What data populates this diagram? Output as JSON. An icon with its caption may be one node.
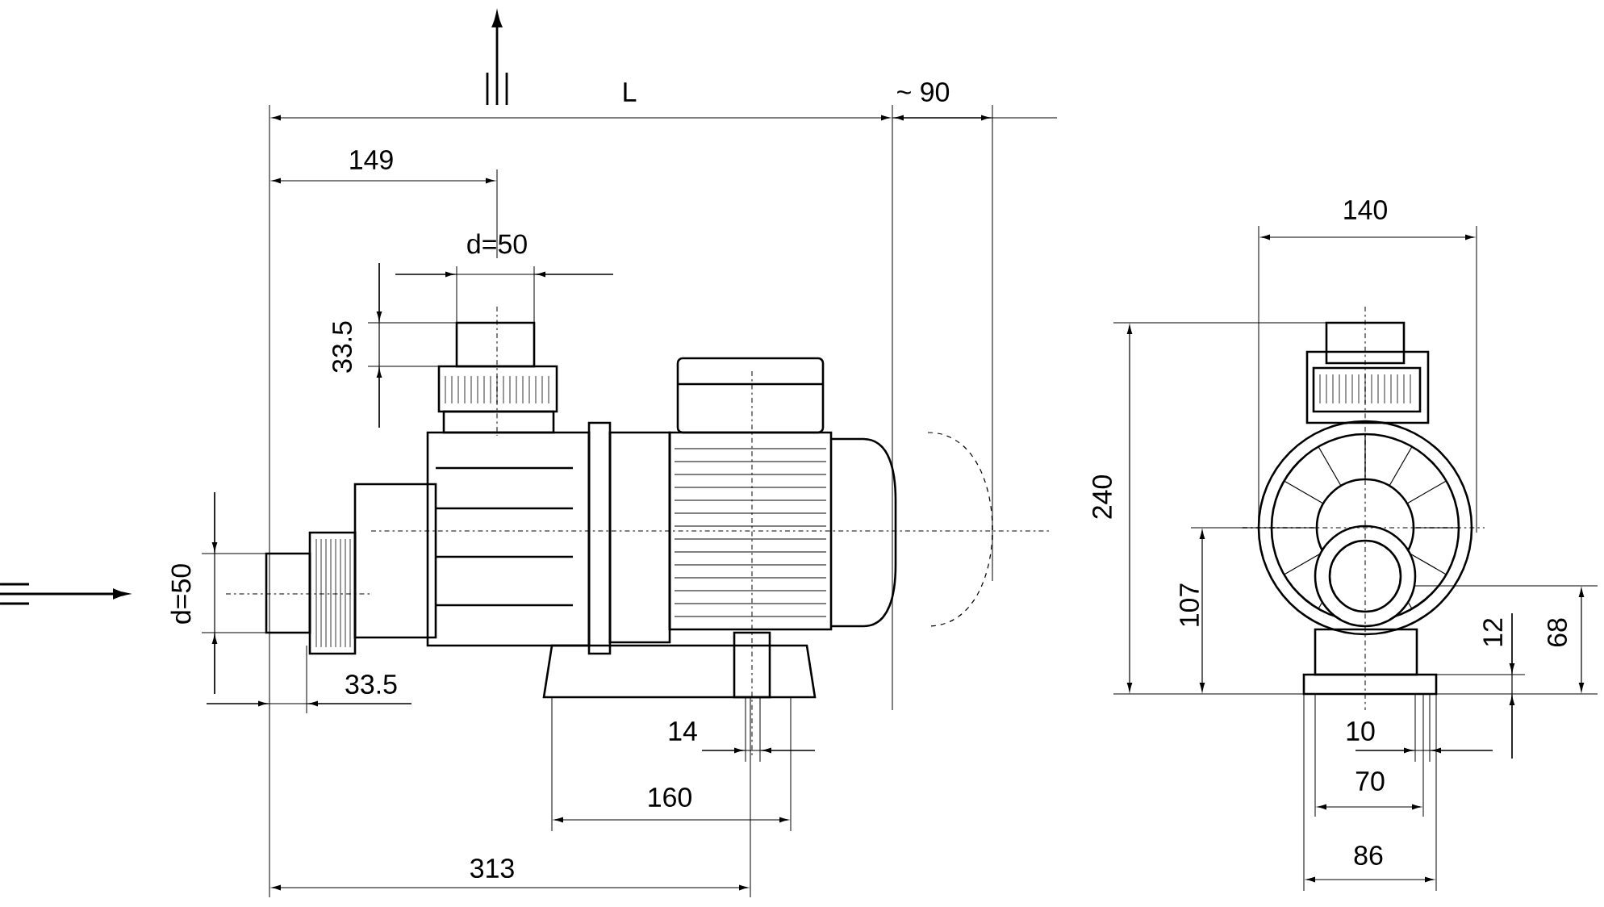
{
  "diagram": {
    "labels": [
      "L",
      "~ 90",
      "149",
      "d=50",
      "33.5",
      "140",
      "240",
      "d=50",
      "107",
      "12",
      "68",
      "33.5",
      "14",
      "10",
      "70",
      "160",
      "86",
      "313"
    ]
  }
}
